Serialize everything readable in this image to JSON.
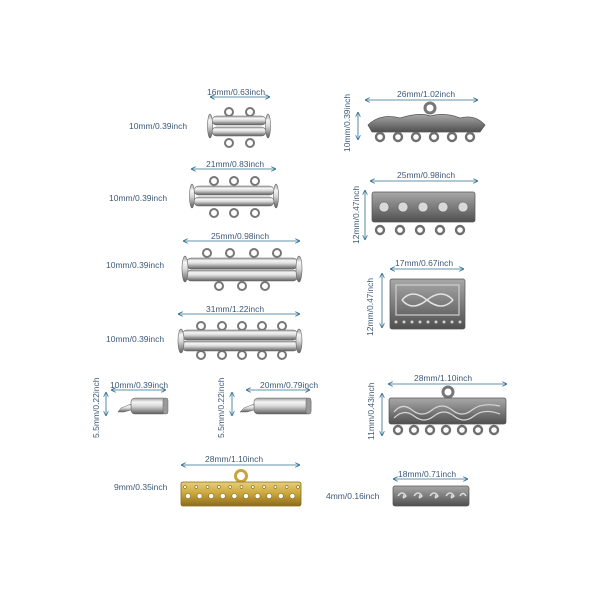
{
  "palette": {
    "dimension_line": "#2f6d8f",
    "label_text": "#3d5a78",
    "silver_light": "#f4f4f4",
    "silver_dark": "#8a8a8a",
    "antique": "#6e6e6e",
    "gold": "#c9a43a"
  },
  "items": [
    {
      "name": "slide-clasp-2-strand",
      "width_label": "16mm/0.63inch",
      "height_label": "10mm/0.39inch"
    },
    {
      "name": "slide-clasp-3-strand",
      "width_label": "21mm/0.83inch",
      "height_label": "10mm/0.39inch"
    },
    {
      "name": "slide-clasp-4-strand",
      "width_label": "25mm/0.98inch",
      "height_label": "10mm/0.39inch"
    },
    {
      "name": "slide-clasp-5-strand",
      "width_label": "31mm/1.22inch",
      "height_label": "10mm/0.39inch"
    },
    {
      "name": "tube-clasp-small",
      "width_label": "10mm/0.39inch",
      "height_label": "5.5mm/0.22inch"
    },
    {
      "name": "tube-clasp-long",
      "width_label": "20mm/0.79inch",
      "height_label": "5.5mm/0.22inch"
    },
    {
      "name": "gold-connector-bar",
      "width_label": "28mm/1.10inch",
      "height_label": "9mm/0.35inch"
    },
    {
      "name": "leaf-connector",
      "width_label": "26mm/1.02inch",
      "height_label": "10mm/0.39inch"
    },
    {
      "name": "flower-connector",
      "width_label": "25mm/0.98inch",
      "height_label": "12mm/0.47inch"
    },
    {
      "name": "filigree-panel",
      "width_label": "17mm/0.67inch",
      "height_label": "12mm/0.47inch"
    },
    {
      "name": "wave-connector",
      "width_label": "28mm/1.10inch",
      "height_label": "11mm/0.43inch"
    },
    {
      "name": "scroll-bar",
      "width_label": "18mm/0.71inch",
      "height_label": "4mm/0.16inch"
    }
  ]
}
